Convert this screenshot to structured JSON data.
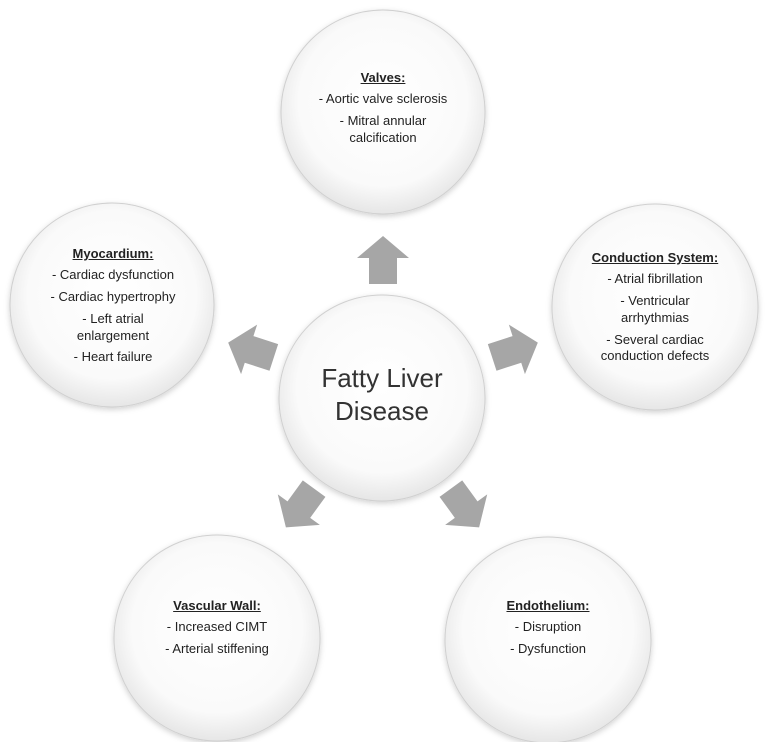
{
  "center": {
    "line1": "Fatty Liver",
    "line2": "Disease"
  },
  "nodes": [
    {
      "id": "valves",
      "heading": "Valves:",
      "items": [
        "- Aortic valve sclerosis",
        "- Mitral annular calcification"
      ]
    },
    {
      "id": "conduction-system",
      "heading": "Conduction System:",
      "items": [
        "- Atrial fibrillation",
        "- Ventricular arrhythmias",
        "- Several cardiac conduction defects"
      ]
    },
    {
      "id": "endothelium",
      "heading": "Endothelium:",
      "items": [
        "- Disruption",
        "- Dysfunction"
      ]
    },
    {
      "id": "vascular-wall",
      "heading": "Vascular Wall:",
      "items": [
        "- Increased CIMT",
        "- Arterial stiffening"
      ]
    },
    {
      "id": "myocardium",
      "heading": "Myocardium:",
      "items": [
        "- Cardiac dysfunction",
        "- Cardiac hypertrophy",
        "- Left atrial enlargement",
        "- Heart failure"
      ]
    }
  ],
  "colors": {
    "circle_fill": "#ffffff",
    "circle_edge": "#d0d0d0",
    "arrow_fill": "#a6a6a6"
  }
}
